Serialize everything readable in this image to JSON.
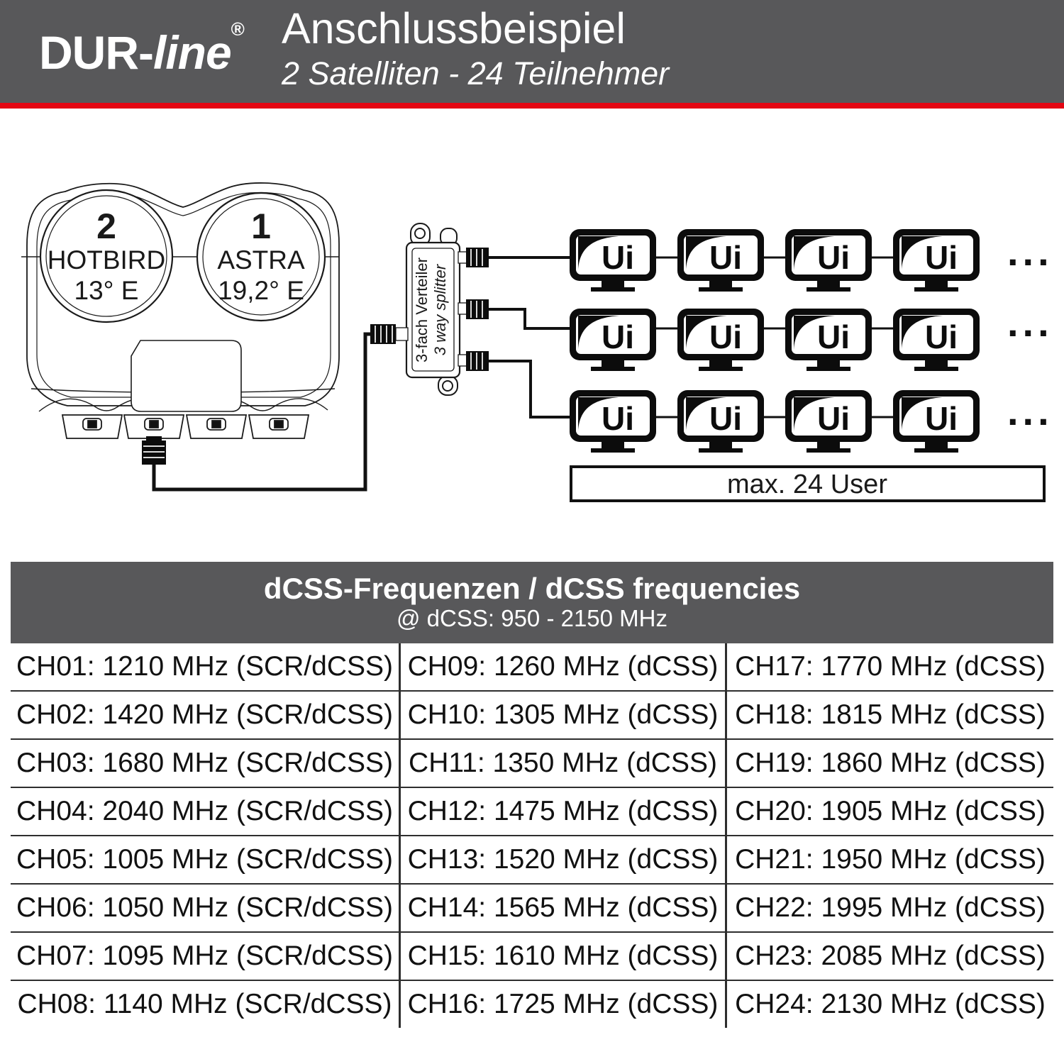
{
  "colors": {
    "bar_gray": "#58585A",
    "accent_red": "#E30613",
    "ink": "#1a1a1a"
  },
  "header": {
    "logo_prefix": "DUR-",
    "logo_suffix": "line",
    "logo_reg": "®",
    "title": "Anschlussbeispiel",
    "subtitle": "2 Satelliten - 24 Teilnehmer"
  },
  "diagram": {
    "lnb": {
      "left_num": "2",
      "left_name": "HOTBIRD",
      "left_pos": "13° E",
      "right_num": "1",
      "right_name": "ASTRA",
      "right_pos": "19,2° E"
    },
    "splitter": {
      "label_de": "3-fach Verteiler",
      "label_en": "3 way splitter"
    },
    "tv_logo": "Ui",
    "ellipsis": "...",
    "max_users": "max. 24 User"
  },
  "table": {
    "title": "dCSS-Frequenzen / dCSS frequencies",
    "subtitle": "@ dCSS: 950 - 2150 MHz",
    "columns": [
      [
        "CH01: 1210 MHz (SCR/dCSS)",
        "CH02: 1420 MHz (SCR/dCSS)",
        "CH03: 1680 MHz (SCR/dCSS)",
        "CH04: 2040 MHz (SCR/dCSS)",
        "CH05: 1005 MHz (SCR/dCSS)",
        "CH06: 1050 MHz (SCR/dCSS)",
        "CH07: 1095 MHz (SCR/dCSS)",
        "CH08: 1140 MHz (SCR/dCSS)"
      ],
      [
        "CH09: 1260 MHz (dCSS)",
        "CH10: 1305 MHz (dCSS)",
        "CH11: 1350 MHz (dCSS)",
        "CH12: 1475 MHz (dCSS)",
        "CH13: 1520 MHz (dCSS)",
        "CH14: 1565 MHz (dCSS)",
        "CH15: 1610 MHz (dCSS)",
        "CH16: 1725 MHz (dCSS)"
      ],
      [
        "CH17: 1770 MHz (dCSS)",
        "CH18: 1815 MHz (dCSS)",
        "CH19: 1860 MHz (dCSS)",
        "CH20: 1905 MHz (dCSS)",
        "CH21: 1950 MHz (dCSS)",
        "CH22: 1995 MHz (dCSS)",
        "CH23: 2085 MHz (dCSS)",
        "CH24: 2130 MHz (dCSS)"
      ]
    ]
  }
}
